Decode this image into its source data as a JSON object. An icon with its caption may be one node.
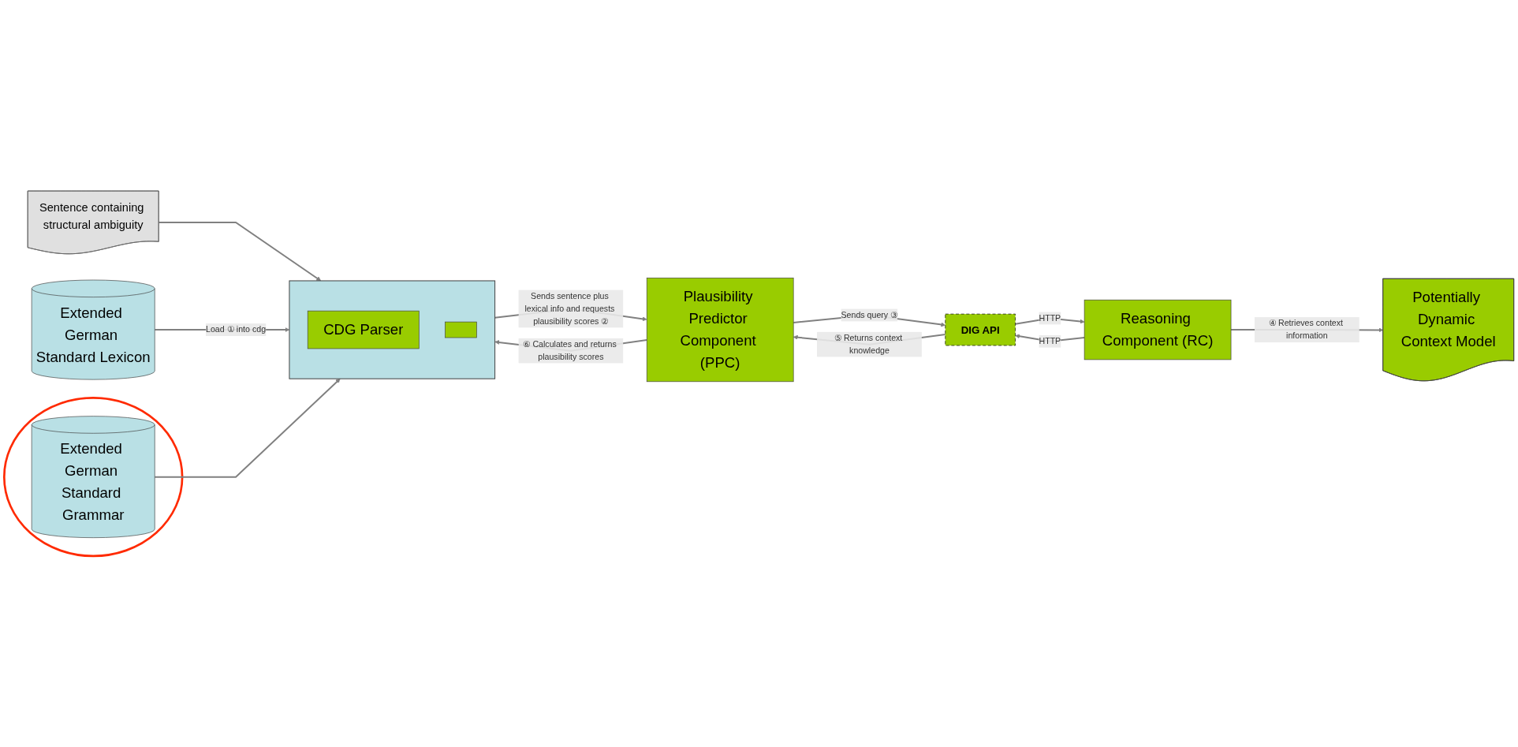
{
  "diagram": {
    "nodes": [
      {
        "text": [
          "Sentence containing structural ambiguity"
        ]
      },
      {
        "text": [
          "Extended German Standard Lexicon"
        ]
      },
      {
        "text": [],
        "shape": "circle"
      },
      {
        "text": [
          "Extended German Standard Grammar"
        ],
        "in": 2
      },
      {
        "text": [],
        "shape": "box"
      },
      {
        "text": [
          "CDG Parser"
        ],
        "in": 4
      },
      {
        "text": [],
        "shape": "box",
        "in": 4
      },
      {
        "text": [
          "Plausibility Predictor Component (PPC)"
        ]
      },
      {
        "text": [
          "DIG API"
        ]
      },
      {
        "text": [
          "Reasoning Component (RC)"
        ]
      },
      {
        "text": [
          "Potentially Dynamic Context Model"
        ]
      }
    ],
    "edges": [
      {
        "from": 0,
        "to": 4,
        "arrow": "to"
      },
      {
        "from": 1,
        "to": 4,
        "label": "Load ① into cdg",
        "arrow": "to"
      },
      {
        "from": 3,
        "to": 4,
        "arrow": "to"
      },
      {
        "from": 4,
        "to": 7,
        "label": "Sends sentence plus lexical info and requests plausibility scores ②",
        "arrow": "to"
      },
      {
        "from": 7,
        "to": 8,
        "label": "Sends query ③",
        "arrow": "to"
      },
      {
        "from": 8,
        "to": 9,
        "label": "HTTP",
        "arrow": "to"
      },
      {
        "from": 9,
        "to": 8,
        "label": "HTTP",
        "arrow": "to"
      },
      {
        "from": 8,
        "to": 7,
        "label": "⑤ Returns context knowledge",
        "arrow": "to"
      },
      {
        "from": 9,
        "to": 10,
        "label": "④ Retrieves context information",
        "arrow": "to"
      },
      {
        "from": 7,
        "to": 4,
        "label": "⑥ Calculates and returns plausibility scores",
        "arrow": "to"
      }
    ]
  }
}
